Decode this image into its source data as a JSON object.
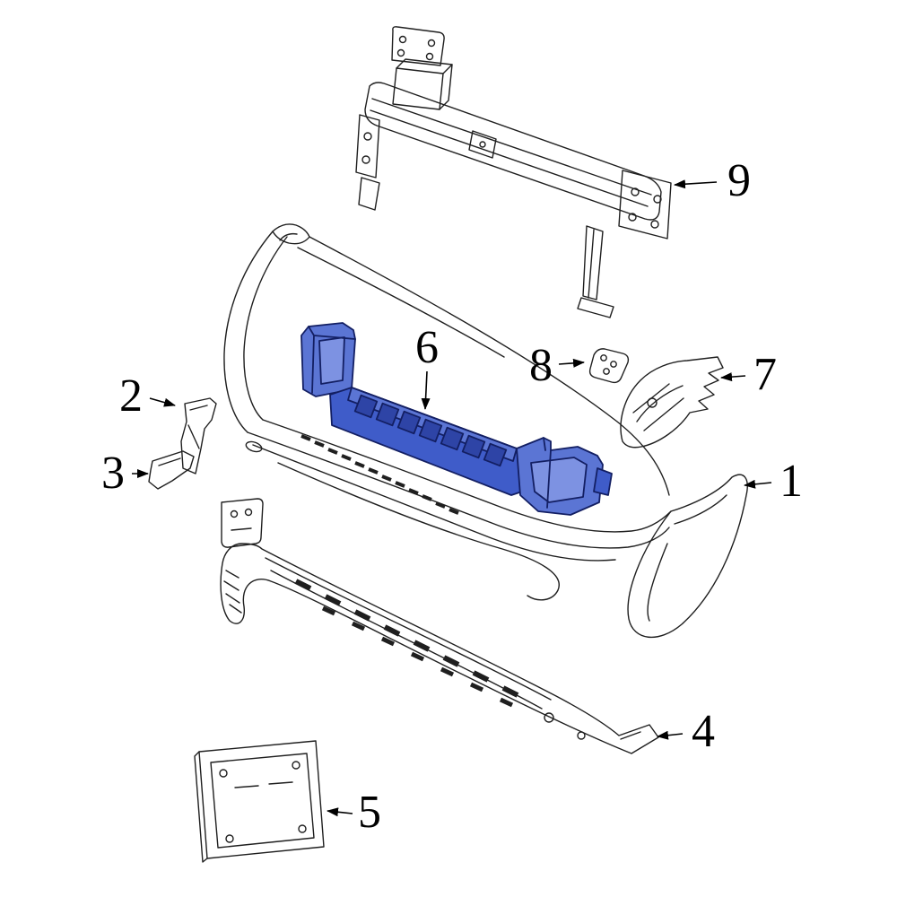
{
  "diagram": {
    "kind": "exploded-parts-diagram",
    "subject": "front-bumper-assembly",
    "colors": {
      "line": "#1f1f1f",
      "background": "#ffffff",
      "hl_fill": "#3f5cc9",
      "hl_fill_light": "#7d92e2",
      "hl_fill_mid": "#5b75d4",
      "hl_cell": "#2e44a6",
      "hl_stroke": "#131f63",
      "callout_color": "#000000"
    },
    "callouts": [
      {
        "label": "1",
        "target": "front-bumper-cover",
        "highlighted": false
      },
      {
        "label": "2",
        "target": "side-bracket",
        "highlighted": false
      },
      {
        "label": "3",
        "target": "lower-clip",
        "highlighted": false
      },
      {
        "label": "4",
        "target": "lower-valance-panel",
        "highlighted": false
      },
      {
        "label": "5",
        "target": "license-plate-bracket",
        "highlighted": false
      },
      {
        "label": "6",
        "target": "impact-absorber",
        "highlighted": true
      },
      {
        "label": "7",
        "target": "side-support-bracket",
        "highlighted": false
      },
      {
        "label": "8",
        "target": "center-bracket",
        "highlighted": false
      },
      {
        "label": "9",
        "target": "impact-bar-reinforcement",
        "highlighted": false
      }
    ]
  }
}
